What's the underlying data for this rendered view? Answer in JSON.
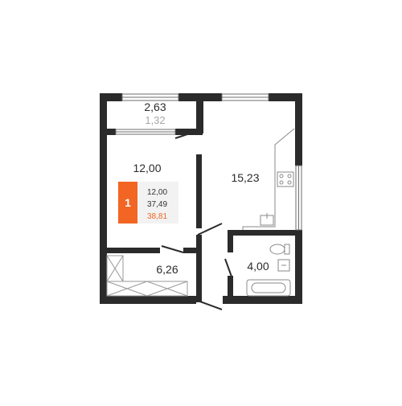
{
  "plan": {
    "rooms": {
      "balcony": {
        "area": "2,63",
        "coef_area": "1,32"
      },
      "bedroom": {
        "area": "12,00"
      },
      "kitchen_living": {
        "area": "15,23"
      },
      "hallway": {
        "area": "6,26"
      },
      "bathroom": {
        "area": "4,00"
      }
    },
    "info": {
      "rooms_count": "1",
      "living_area": "12,00",
      "total_area": "37,49",
      "total_with_balcony": "38,81"
    },
    "colors": {
      "wall": "#2b2b2b",
      "accent": "#f26522",
      "info_bg": "#f2f2f2",
      "line": "#6e6e6e"
    }
  }
}
